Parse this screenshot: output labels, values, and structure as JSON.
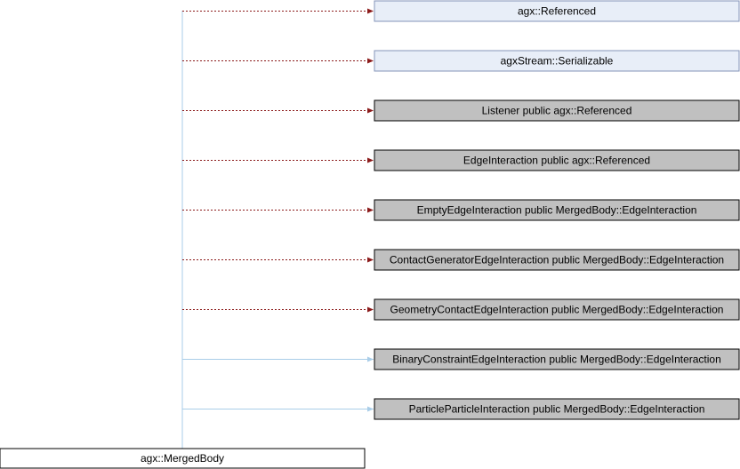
{
  "diagram": {
    "root": {
      "label": "agx::MergedBody"
    },
    "parents": [
      {
        "label": "agx::Referenced",
        "kind": "external",
        "edge": "dotted"
      },
      {
        "label": "agxStream::Serializable",
        "kind": "external",
        "edge": "dotted"
      },
      {
        "label": "Listener public agx::Referenced",
        "kind": "nested",
        "edge": "dotted"
      },
      {
        "label": "EdgeInteraction public agx::Referenced",
        "kind": "nested",
        "edge": "dotted"
      },
      {
        "label": "EmptyEdgeInteraction public MergedBody::EdgeInteraction",
        "kind": "nested",
        "edge": "dotted"
      },
      {
        "label": "ContactGeneratorEdgeInteraction public MergedBody::EdgeInteraction",
        "kind": "nested",
        "edge": "dotted"
      },
      {
        "label": "GeometryContactEdgeInteraction public MergedBody::EdgeInteraction",
        "kind": "nested",
        "edge": "dotted"
      },
      {
        "label": "BinaryConstraintEdgeInteraction public MergedBody::EdgeInteraction",
        "kind": "nested",
        "edge": "solid"
      },
      {
        "label": "ParticleParticleInteraction public MergedBody::EdgeInteraction",
        "kind": "nested",
        "edge": "solid"
      }
    ],
    "colors": {
      "external_fill": "#e8eef8",
      "external_stroke": "#8494b8",
      "nested_fill": "#c0c0c0",
      "nested_stroke": "#000000",
      "root_fill": "#ffffff",
      "root_stroke": "#000000",
      "trunk": "#a9cde8",
      "dotted_edge": "#8b1a1a",
      "solid_edge": "#a9cde8"
    }
  }
}
